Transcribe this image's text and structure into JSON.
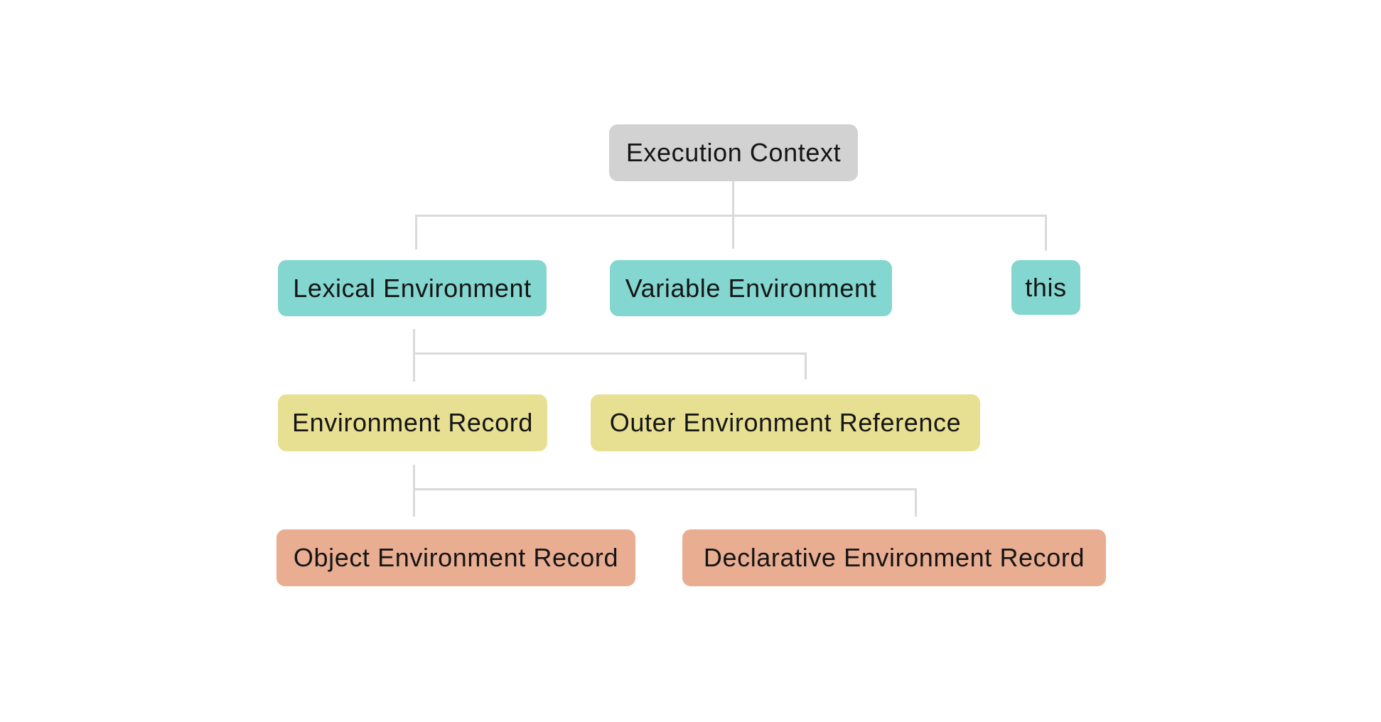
{
  "diagram": {
    "background": "#ffffff",
    "colors": {
      "background": "#ffffff",
      "root": "#d2d2d2",
      "level1": "#84d6d0",
      "level2": "#e7df92",
      "level3": "#e9ad92",
      "connector": "#dadada",
      "text": "#151515"
    },
    "nodes": {
      "root": {
        "label": "Execution Context"
      },
      "lexical_environment": {
        "label": "Lexical Environment"
      },
      "variable_environment": {
        "label": "Variable Environment"
      },
      "this_binding": {
        "label": "this"
      },
      "environment_record": {
        "label": "Environment Record"
      },
      "outer_environment_reference": {
        "label": "Outer Environment Reference"
      },
      "object_environment_record": {
        "label": "Object Environment Record"
      },
      "declarative_environment_record": {
        "label": "Declarative Environment Record"
      }
    }
  }
}
